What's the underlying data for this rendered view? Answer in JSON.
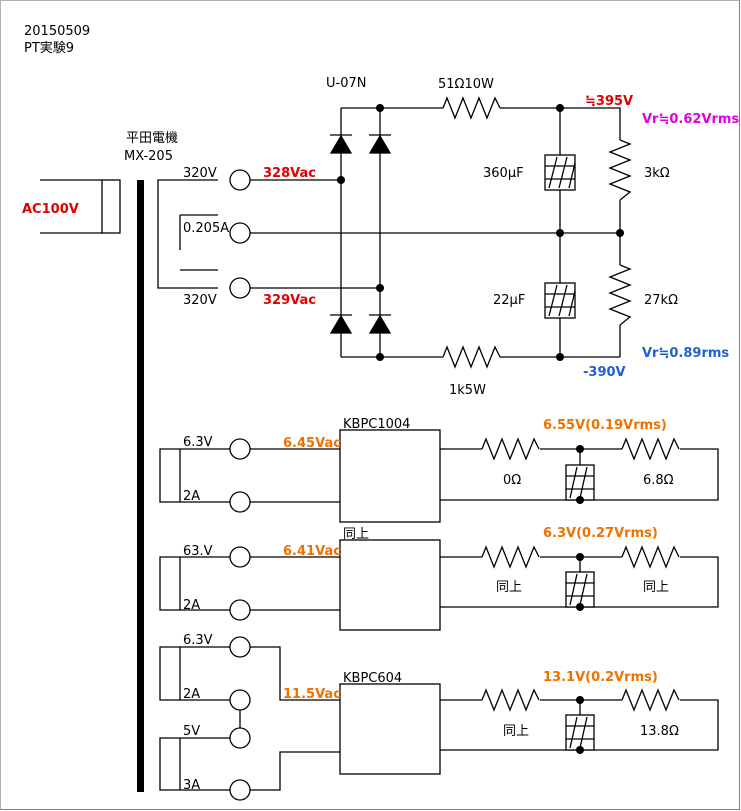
{
  "header": {
    "date": "20150509",
    "title": "PT実験9"
  },
  "input": {
    "label": "AC100V"
  },
  "transformer": {
    "maker": "平田電機",
    "model": "MX-205"
  },
  "hv_section": {
    "bridge": "U-07N",
    "top_resistor": "51Ω10W",
    "top_voltage": "≒395V",
    "ripple_top": "Vr≒0.62Vrms",
    "cap_top": "360μF",
    "res_top": "3kΩ",
    "cap_bottom": "22μF",
    "res_bottom": "27kΩ",
    "ripple_bottom": "Vr≒0.89rms",
    "bottom_resistor": "1k5W",
    "bottom_voltage": "-390V",
    "winding_top": "320V",
    "winding_mid": "0.205A",
    "winding_bottom": "320V",
    "vac_top": "328Vac",
    "vac_bottom": "329Vac"
  },
  "heater1": {
    "winding_v": "6.3V",
    "winding_a": "2A",
    "vac": "6.45Vac",
    "rectifier": "KBPC1004",
    "r1": "0Ω",
    "r2": "6.8Ω",
    "vout": "6.55V(0.19Vrms)"
  },
  "heater2": {
    "winding_v": "63.V",
    "winding_a": "2A",
    "vac": "6.41Vac",
    "rectifier": "同上",
    "r1": "同上",
    "r2": "同上",
    "vout": "6.3V(0.27Vrms)"
  },
  "heater3": {
    "winding_v1": "6.3V",
    "winding_a1": "2A",
    "winding_v2": "5V",
    "winding_a2": "3A",
    "vac": "11.5Vac",
    "rectifier": "KBPC604",
    "r1": "同上",
    "r2": "13.8Ω",
    "vout": "13.1V(0.2Vrms)"
  }
}
